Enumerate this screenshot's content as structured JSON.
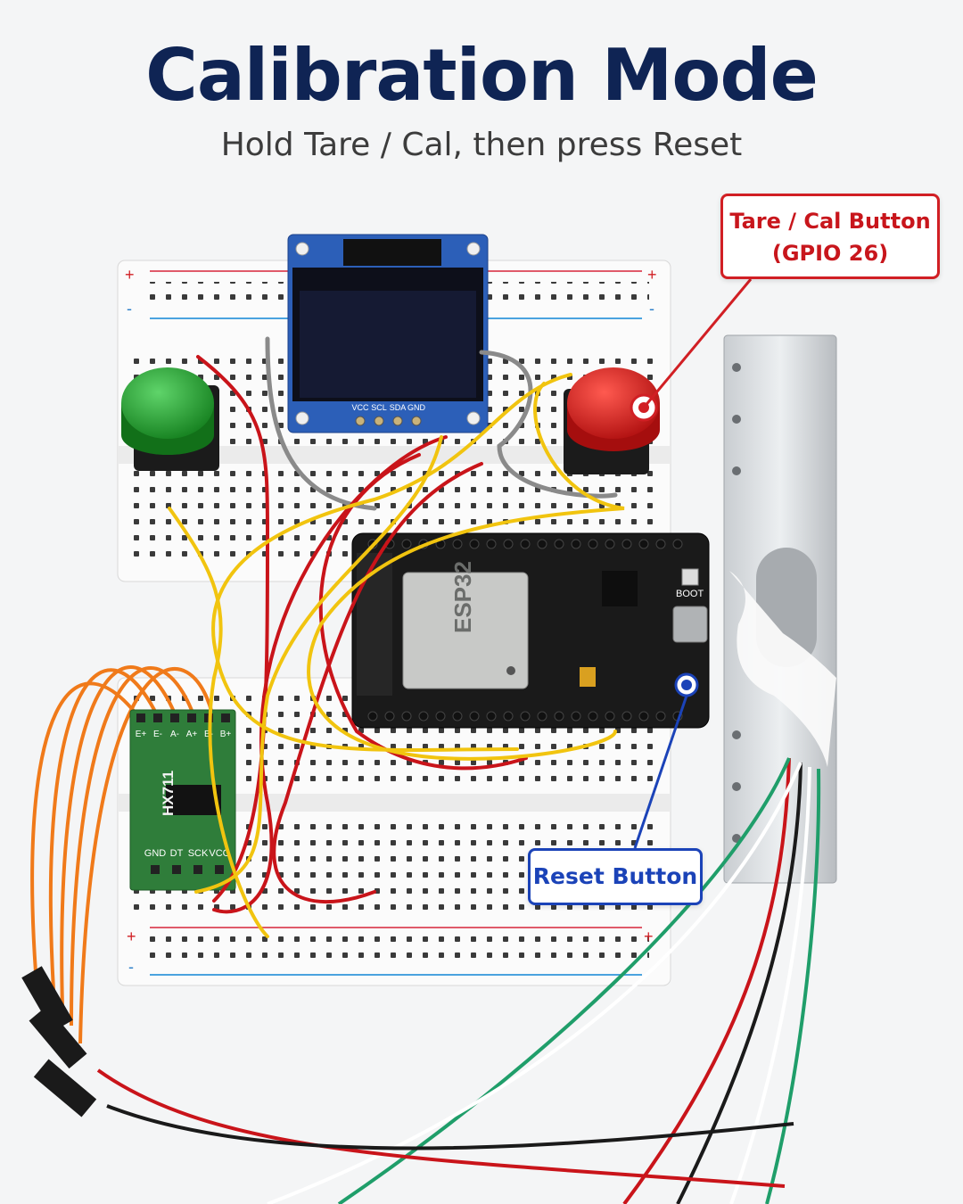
{
  "header": {
    "title": "Calibration Mode",
    "subtitle": "Hold Tare / Cal, then press Reset"
  },
  "callouts": {
    "tare": {
      "line1": "Tare / Cal Button",
      "line2": "(GPIO 26)"
    },
    "reset": {
      "label": "Reset Button"
    }
  },
  "oled": {
    "pins": [
      "VCC",
      "SCL",
      "SDA",
      "GND"
    ]
  },
  "esp32": {
    "chip_label": "ESP32",
    "boot_label": "BOOT"
  },
  "hx711": {
    "name": "HX711",
    "top_pins": [
      "E+",
      "E-",
      "A-",
      "A+",
      "B-",
      "B+"
    ],
    "bottom_pins": [
      "GND",
      "DT",
      "SCK",
      "VCC"
    ]
  },
  "breadboard": {
    "rail_plus": "+",
    "rail_minus": "-"
  },
  "colors": {
    "title": "#0f2454",
    "tare_accent": "#d11f24",
    "reset_accent": "#1b43b8",
    "button_green": "#1f9e2e",
    "button_red": "#d9201f",
    "wire_red": "#c9141a",
    "wire_yellow": "#f1c40f",
    "wire_orange": "#f07a1a",
    "wire_gray": "#8a8a8a",
    "pcb_green": "#2f7d3a",
    "pcb_black": "#1a1a1a"
  }
}
